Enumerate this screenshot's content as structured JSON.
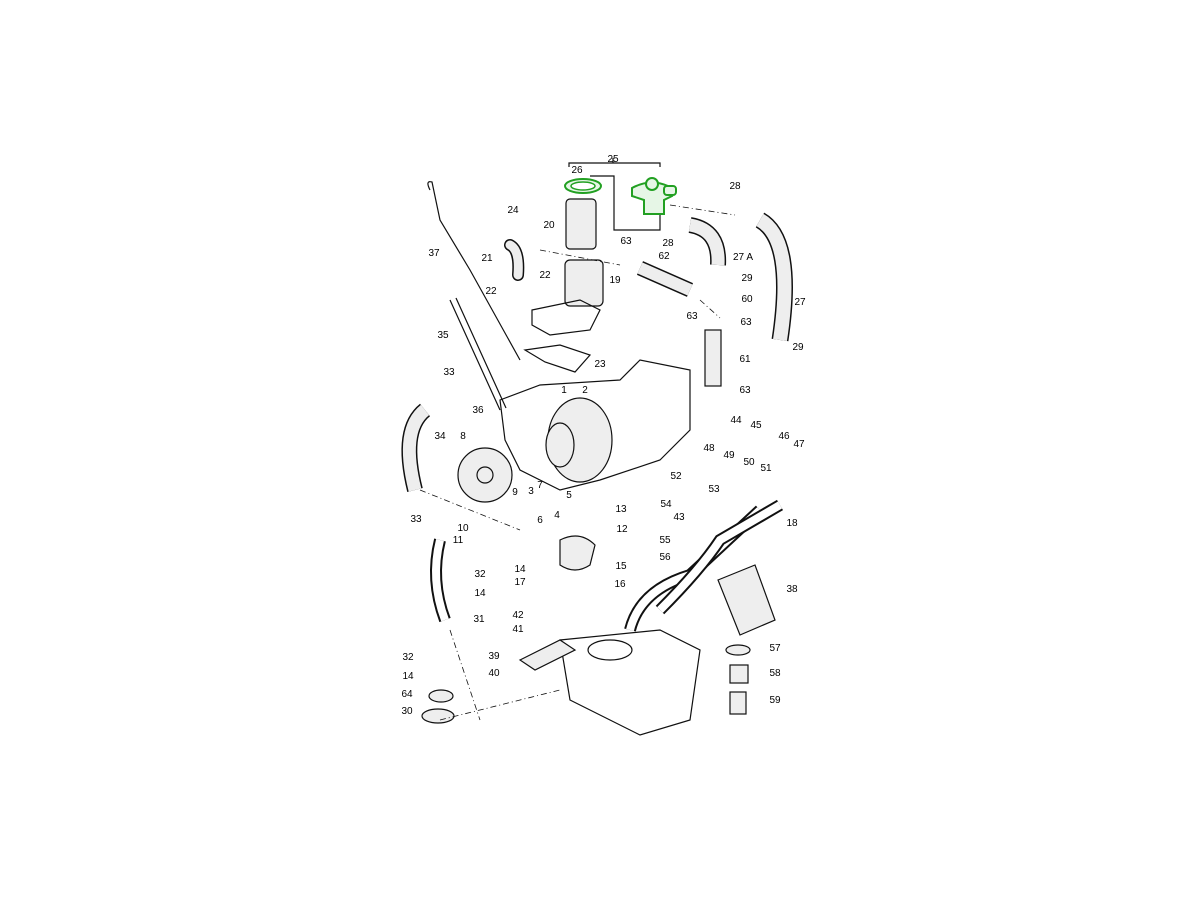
{
  "diagram": {
    "highlight_color": "#22a022",
    "highlighted_parts": [
      "25",
      "26"
    ],
    "labels": [
      "25",
      "26",
      "28",
      "24",
      "20",
      "28",
      "63",
      "21",
      "22",
      "62",
      "27 A",
      "37",
      "29",
      "19",
      "22",
      "60",
      "27",
      "63",
      "63",
      "35",
      "23",
      "29",
      "61",
      "33",
      "1",
      "2",
      "63",
      "36",
      "44",
      "45",
      "34",
      "8",
      "46",
      "47",
      "48",
      "49",
      "50",
      "51",
      "52",
      "53",
      "9",
      "3",
      "7",
      "5",
      "4",
      "6",
      "33",
      "54",
      "13",
      "43",
      "18",
      "12",
      "10",
      "11",
      "55",
      "56",
      "14",
      "15",
      "32",
      "17",
      "16",
      "14",
      "38",
      "42",
      "31",
      "41",
      "57",
      "39",
      "32",
      "40",
      "58",
      "14",
      "64",
      "59",
      "30"
    ]
  }
}
